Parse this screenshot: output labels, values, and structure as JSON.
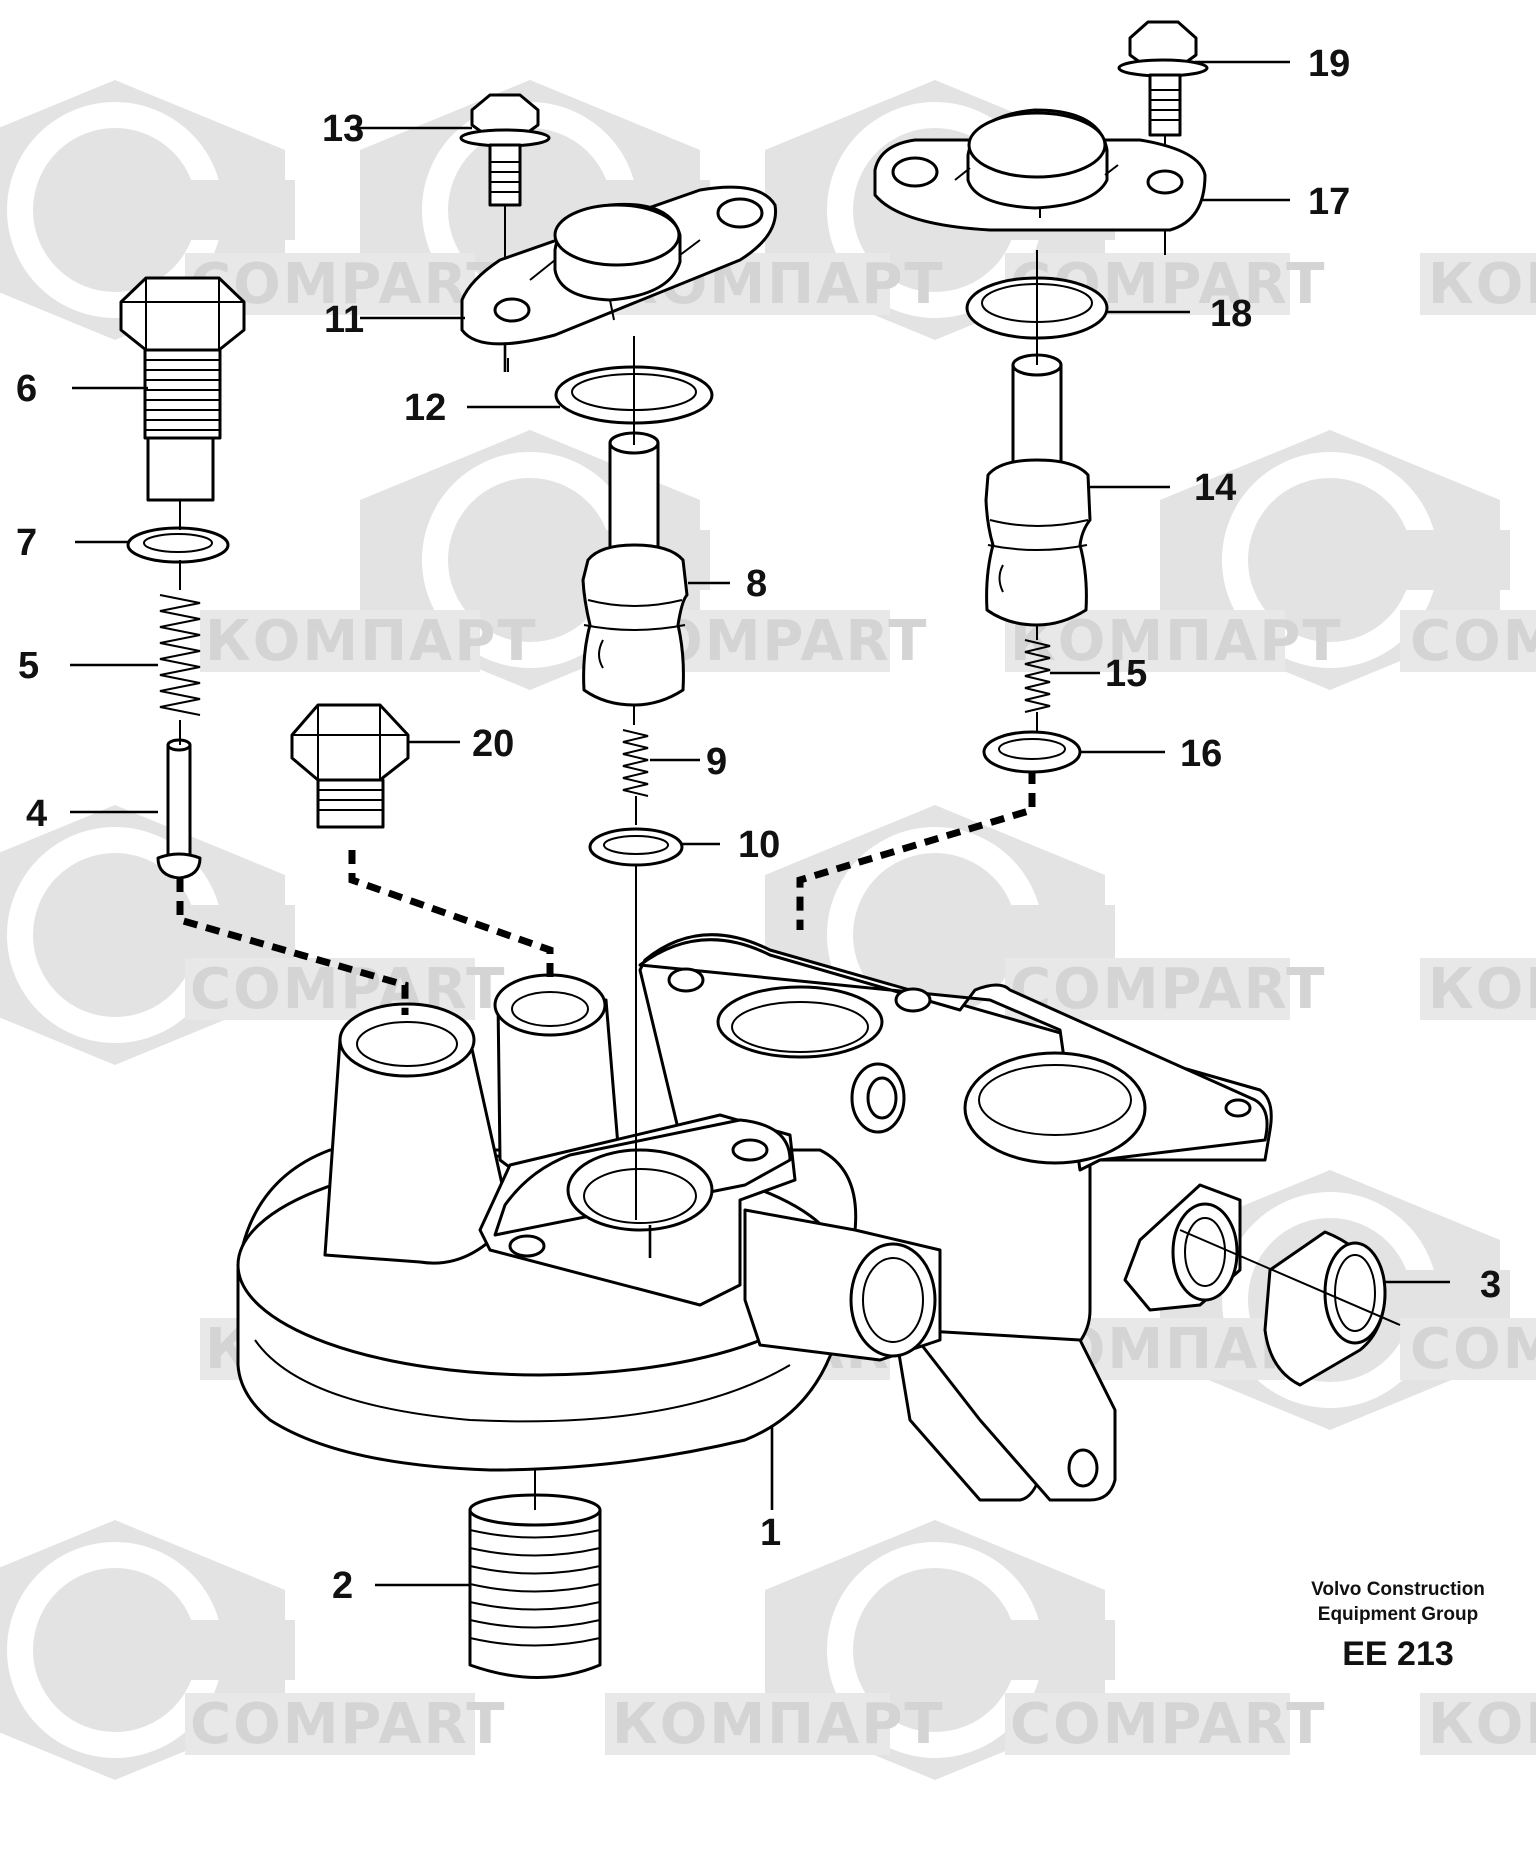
{
  "watermark": {
    "latin": "COMPART",
    "cyrillic": "КОМПАРТ",
    "color": "#d4d4d4"
  },
  "callouts": [
    "1",
    "2",
    "3",
    "4",
    "5",
    "6",
    "7",
    "8",
    "9",
    "10",
    "11",
    "12",
    "13",
    "14",
    "15",
    "16",
    "17",
    "18",
    "19",
    "20"
  ],
  "caption": {
    "line1": "Volvo Construction",
    "line2": "Equipment Group",
    "code": "EE 213"
  }
}
